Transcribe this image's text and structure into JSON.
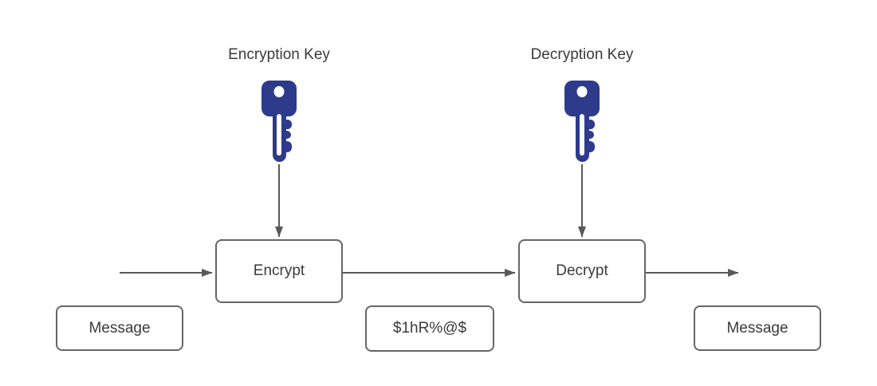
{
  "colors": {
    "key_fill": "#2e3a8c",
    "node_border": "#666666",
    "connector": "#595959",
    "text": "#3a3a3a",
    "background": "#ffffff"
  },
  "labels": {
    "encryption_key": "Encryption Key",
    "decryption_key": "Decryption Key"
  },
  "icons": {
    "encryption_key_icon": "key-icon",
    "decryption_key_icon": "key-icon"
  },
  "nodes": {
    "encrypt": {
      "label": "Encrypt"
    },
    "decrypt": {
      "label": "Decrypt"
    },
    "message_left": {
      "label": "Message"
    },
    "ciphertext": {
      "label": "$1hR%@$"
    },
    "message_right": {
      "label": "Message"
    }
  }
}
